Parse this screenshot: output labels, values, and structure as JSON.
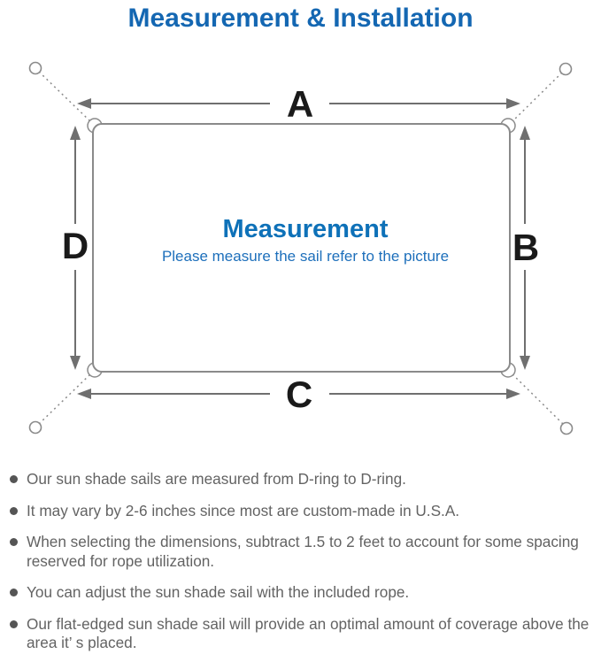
{
  "title": "Measurement & Installation",
  "diagram": {
    "dimension_labels": {
      "top": "A",
      "right": "B",
      "bottom": "C",
      "left": "D"
    },
    "center_title": "Measurement",
    "center_subtitle": "Please measure the sail refer to the picture"
  },
  "colors": {
    "accent_blue": "#1467b2",
    "center_text_blue": "#0e71b8",
    "sail_outline_gray": "#8a8a8a",
    "arrow_gray": "#6f6f6f",
    "dimension_label_black": "#1a1a1a",
    "note_text_gray": "#636363",
    "bullet_dot_gray": "#555555"
  },
  "notes": {
    "items": [
      "Our sun shade sails are measured from D-ring to D-ring.",
      "It may vary by 2-6 inches since most are custom-made in U.S.A.",
      "When selecting the dimensions, subtract 1.5 to 2 feet to account for some spacing reserved for rope utilization.",
      "You can adjust the sun shade sail with the included rope.",
      "Our flat-edged sun shade sail will provide an optimal amount of coverage above the area it’ s placed."
    ]
  }
}
